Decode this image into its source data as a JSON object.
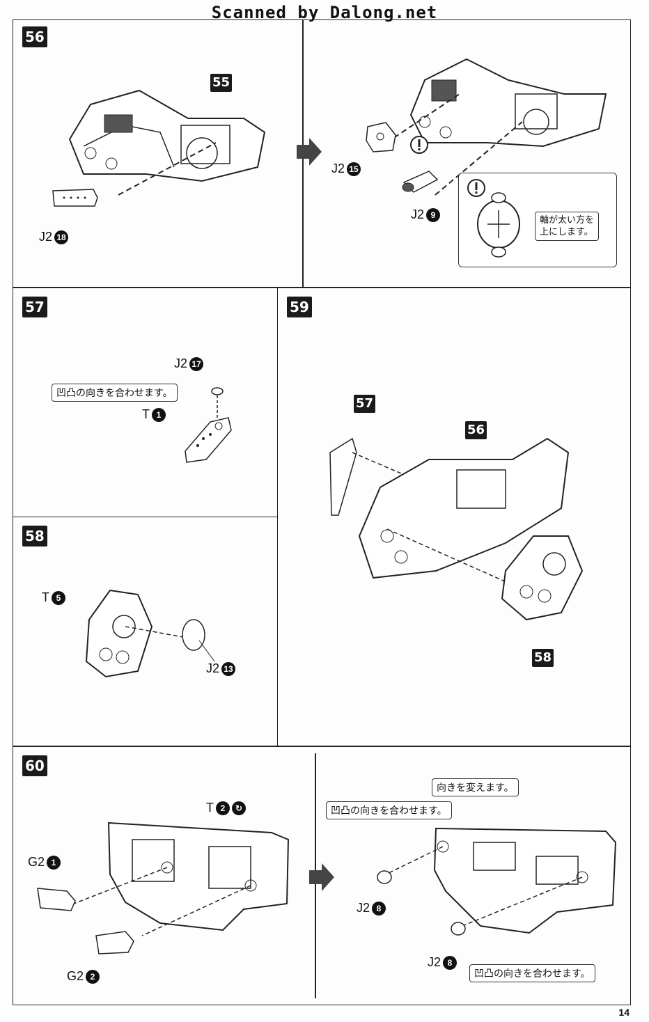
{
  "watermark": "Scanned by Dalong.net",
  "page_number": "14",
  "steps": {
    "s56": {
      "number": "56",
      "sub_label": "55",
      "parts": [
        {
          "sprue": "J2",
          "num": "18"
        },
        {
          "sprue": "J2",
          "num": "15"
        },
        {
          "sprue": "J2",
          "num": "9"
        }
      ],
      "attention_mark": "!",
      "note": [
        "軸が太い方を",
        "上にします。"
      ]
    },
    "s57": {
      "number": "57",
      "parts": [
        {
          "sprue": "J2",
          "num": "17"
        },
        {
          "sprue": "T",
          "num": "1"
        }
      ],
      "callout": "凹凸の向きを合わせます。"
    },
    "s58": {
      "number": "58",
      "parts": [
        {
          "sprue": "T",
          "num": "5"
        },
        {
          "sprue": "J2",
          "num": "13"
        }
      ]
    },
    "s59": {
      "number": "59",
      "sub_labels": [
        "57",
        "56",
        "58"
      ]
    },
    "s60": {
      "number": "60",
      "parts": [
        {
          "sprue": "T",
          "num": "2"
        },
        {
          "sprue": "G2",
          "num": "1"
        },
        {
          "sprue": "G2",
          "num": "2"
        },
        {
          "sprue": "J2",
          "num": "8"
        },
        {
          "sprue": "J2",
          "num": "8"
        }
      ],
      "callouts": [
        "向きを変えます。",
        "凹凸の向きを合わせます。",
        "凹凸の向きを合わせます。"
      ]
    }
  }
}
